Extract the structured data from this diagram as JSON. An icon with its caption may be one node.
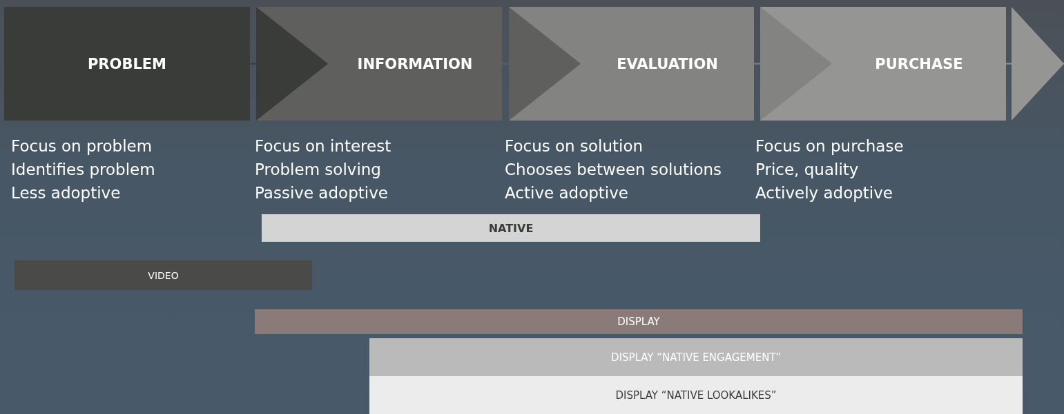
{
  "diagram": {
    "nodes": [
      {
        "text": [
          "PROBLEM"
        ],
        "beside": [
          "Focus on problem",
          "Identifies problem",
          "Less adoptive"
        ]
      },
      {
        "text": [
          "INFORMATION"
        ],
        "beside": [
          "Focus on interest",
          "Problem solving",
          "Passive adoptive"
        ]
      },
      {
        "text": [
          "EVALUATION"
        ],
        "beside": [
          "Focus on solution",
          "Chooses between solutions",
          "Active adoptive"
        ]
      },
      {
        "text": [
          "PURCHASE"
        ],
        "beside": [
          "Focus on purchase",
          "Price, quality",
          "Actively adoptive"
        ]
      },
      {
        "text": [
          "NATIVE"
        ]
      },
      {
        "text": [
          "VIDEO"
        ]
      },
      {
        "text": [
          "DISPLAY"
        ]
      },
      {
        "text": [
          "DISPLAY “NATIVE ENGAGEMENT”"
        ]
      },
      {
        "text": [
          "DISPLAY “NATIVE LOOKALIKES”"
        ]
      }
    ],
    "edges": [
      {
        "from": 0,
        "to": 1,
        "arrow": "to",
        "color": "#3a3c3a"
      },
      {
        "from": 1,
        "to": 2,
        "arrow": "to",
        "color": "#5f5f5d"
      },
      {
        "from": 2,
        "to": 3,
        "arrow": "to",
        "color": "#838381"
      },
      {
        "from": 3,
        "to": null,
        "arrow": "to",
        "color": "#959694"
      }
    ]
  }
}
